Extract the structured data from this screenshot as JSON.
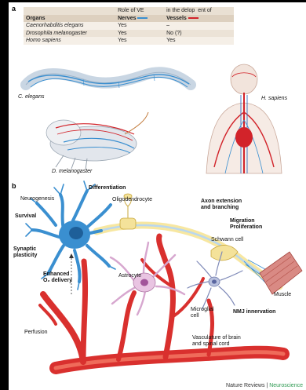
{
  "panel_a": {
    "letter": "a",
    "table": {
      "header_role": "Role of VE",
      "header_development": "in the delop",
      "header_development_2": "ent of",
      "col_organs": "Organs",
      "col_nerves": "Nerves",
      "col_vessels": "Vessels",
      "rows": [
        {
          "organism": "Caenorhabditis elegans",
          "nerves": "Yes",
          "vessels": "–"
        },
        {
          "organism": "Drosophila melanogaster",
          "nerves": "Yes",
          "vessels": "No (?)"
        },
        {
          "organism": "Homo sapiens",
          "nerves": "Yes",
          "vessels": "Yes"
        }
      ],
      "colors": {
        "nerves": "#3a8fd0",
        "vessels": "#d2232a"
      }
    },
    "labels": {
      "worm": "C. elegans",
      "fly": "D. melanogaster",
      "human": "H. sapiens"
    }
  },
  "panel_b": {
    "letter": "b",
    "labels": {
      "differentiation": "Differentiation",
      "neurogenesis": "Neurogenesis",
      "oligodendrocyte": "Oligodendrocyte",
      "axon_extension": "Axon extension",
      "and_branching": "and branching",
      "survival": "Survival",
      "migration": "Migration",
      "proliferation": "Proliferation",
      "schwann_cell": "Schwann cell",
      "synaptic": "Synaptic",
      "plasticity": "plasticity",
      "enhanced": "Enhanced",
      "o2_delivery": "O₂ delivery",
      "astrocyte": "Astrocyte",
      "microglial": "Microglial",
      "cell": "cell",
      "muscle": "Muscle",
      "nmj_innervation": "NMJ innervation",
      "perfusion": "Perfusion",
      "vasculature_1": "Vasculature of brain",
      "vasculature_2": "and spinal cord"
    }
  },
  "credit": {
    "journal": "Nature Reviews",
    "separator": " | ",
    "section": "Neuroscience"
  }
}
